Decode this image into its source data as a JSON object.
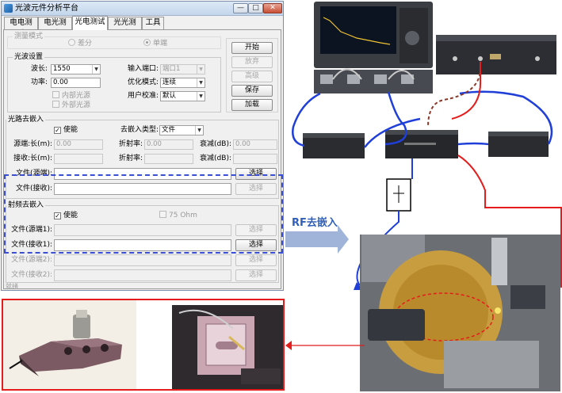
{
  "window": {
    "title": "光波元件分析平台",
    "controls": {
      "minimize": "—",
      "maximize": "□",
      "close": "✕"
    }
  },
  "tabs": [
    {
      "label": "电电测试"
    },
    {
      "label": "电光测试"
    },
    {
      "label": "光电测试",
      "active": true
    },
    {
      "label": "光光测试"
    },
    {
      "label": "工具"
    }
  ],
  "measure_mode": {
    "title": "测量模式",
    "options": [
      {
        "label": "差分",
        "selected": false
      },
      {
        "label": "单端",
        "selected": true
      }
    ]
  },
  "optical": {
    "title": "光波设置",
    "wavelength_label": "波长:",
    "wavelength_value": "1550",
    "power_label": "功率:",
    "power_value": "0.00",
    "internal_source": "内部光源",
    "external_source": "外部光源",
    "input_port_label": "输入端口:",
    "input_port_value": "端口1",
    "optimize_label": "优化模式:",
    "optimize_value": "连续",
    "user_cal_label": "用户校准:",
    "user_cal_value": "默认"
  },
  "side_buttons": {
    "start": "开始",
    "zoom": "放弃",
    "advanced": "高级",
    "save": "保存",
    "load": "加载"
  },
  "optical_deembed": {
    "title": "光路去嵌入",
    "enable_label": "使能",
    "enabled": true,
    "type_label": "去嵌入类型:",
    "type_value": "文件",
    "source_length_label": "源端:长(m):",
    "source_length_value": "0.00",
    "source_index_label": "折射率:",
    "source_index_value": "0.00",
    "source_atten_label": "衰减(dB):",
    "source_atten_value": "0.00",
    "recv_length_label": "接收:长(m):",
    "recv_index_label": "折射率:",
    "recv_atten_label": "衰减(dB):",
    "file_source_label": "文件(源端):",
    "file_recv_label": "文件(接收):",
    "select_label": "选择"
  },
  "rf_deembed": {
    "title": "射频去嵌入",
    "enable_label": "使能",
    "enabled": true,
    "ohm_label": "75 Ohm",
    "file_source1_label": "文件(源端1):",
    "file_recv1_label": "文件(接收1):",
    "file_source2_label": "文件(源端2):",
    "file_recv2_label": "文件(接收2):",
    "select_label": "选择"
  },
  "status_text": "就绪",
  "annotation": "RF去嵌入",
  "colors": {
    "highlight_dash": "#3a4fd6",
    "photo_border": "#e41c1c",
    "cable_blue": "#1f3fd8",
    "cable_red": "#e41c1c",
    "arrow": "#9fb4d8"
  }
}
